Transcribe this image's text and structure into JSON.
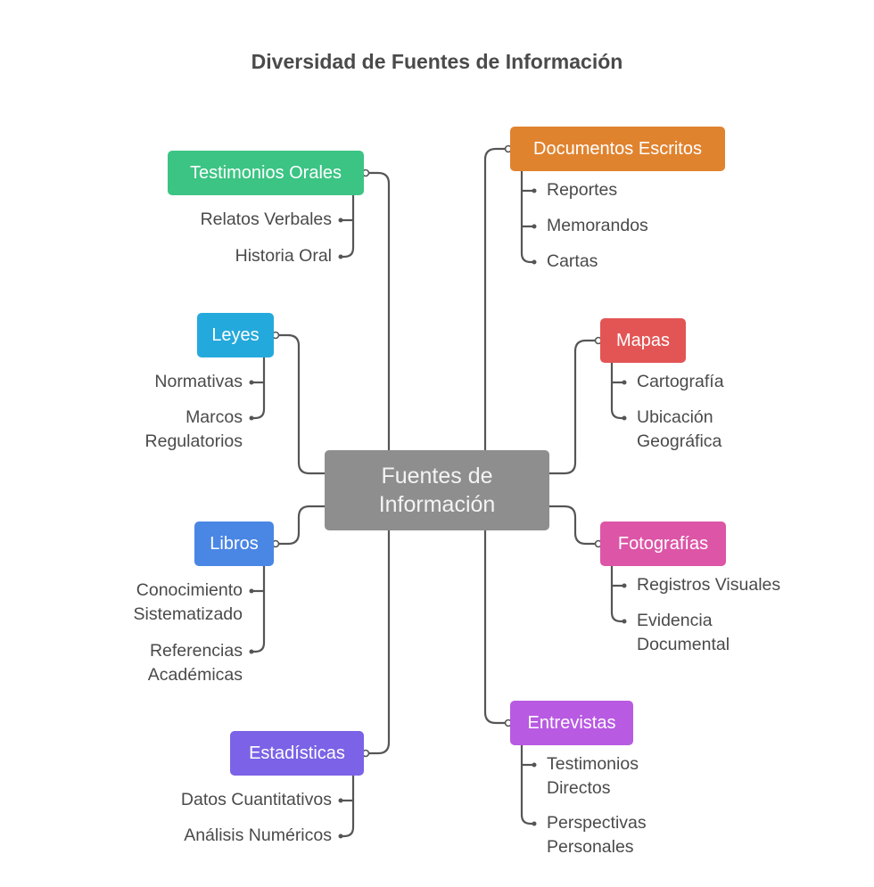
{
  "title": "Diversidad de Fuentes de Información",
  "center": {
    "line1": "Fuentes de",
    "line2": "Información",
    "color": "#8e8e8e"
  },
  "branches": [
    {
      "id": "testimonios",
      "label": "Testimonios Orales",
      "color": "#3cc484",
      "side": "left",
      "leaves": [
        {
          "lines": [
            "Relatos Verbales"
          ]
        },
        {
          "lines": [
            "Historia Oral"
          ]
        }
      ]
    },
    {
      "id": "leyes",
      "label": "Leyes",
      "color": "#24a9dc",
      "side": "left",
      "leaves": [
        {
          "lines": [
            "Normativas"
          ]
        },
        {
          "lines": [
            "Marcos",
            "Regulatorios"
          ]
        }
      ]
    },
    {
      "id": "libros",
      "label": "Libros",
      "color": "#4a86e4",
      "side": "left",
      "leaves": [
        {
          "lines": [
            "Conocimiento",
            "Sistematizado"
          ]
        },
        {
          "lines": [
            "Referencias",
            "Académicas"
          ]
        }
      ]
    },
    {
      "id": "estadisticas",
      "label": "Estadísticas",
      "color": "#7b62e6",
      "side": "left",
      "leaves": [
        {
          "lines": [
            "Datos Cuantitativos"
          ]
        },
        {
          "lines": [
            "Análisis Numéricos"
          ]
        }
      ]
    },
    {
      "id": "documentos",
      "label": "Documentos Escritos",
      "color": "#e0832f",
      "side": "right",
      "leaves": [
        {
          "lines": [
            "Reportes"
          ]
        },
        {
          "lines": [
            "Memorandos"
          ]
        },
        {
          "lines": [
            "Cartas"
          ]
        }
      ]
    },
    {
      "id": "mapas",
      "label": "Mapas",
      "color": "#e35555",
      "side": "right",
      "leaves": [
        {
          "lines": [
            "Cartografía"
          ]
        },
        {
          "lines": [
            "Ubicación",
            "Geográfica"
          ]
        }
      ]
    },
    {
      "id": "fotografias",
      "label": "Fotografías",
      "color": "#dd55a6",
      "side": "right",
      "leaves": [
        {
          "lines": [
            "Registros Visuales"
          ]
        },
        {
          "lines": [
            "Evidencia",
            "Documental"
          ]
        }
      ]
    },
    {
      "id": "entrevistas",
      "label": "Entrevistas",
      "color": "#b85ae2",
      "side": "right",
      "leaves": [
        {
          "lines": [
            "Testimonios",
            "Directos"
          ]
        },
        {
          "lines": [
            "Perspectivas",
            "Personales"
          ]
        }
      ]
    }
  ],
  "wire_color": "#555555"
}
